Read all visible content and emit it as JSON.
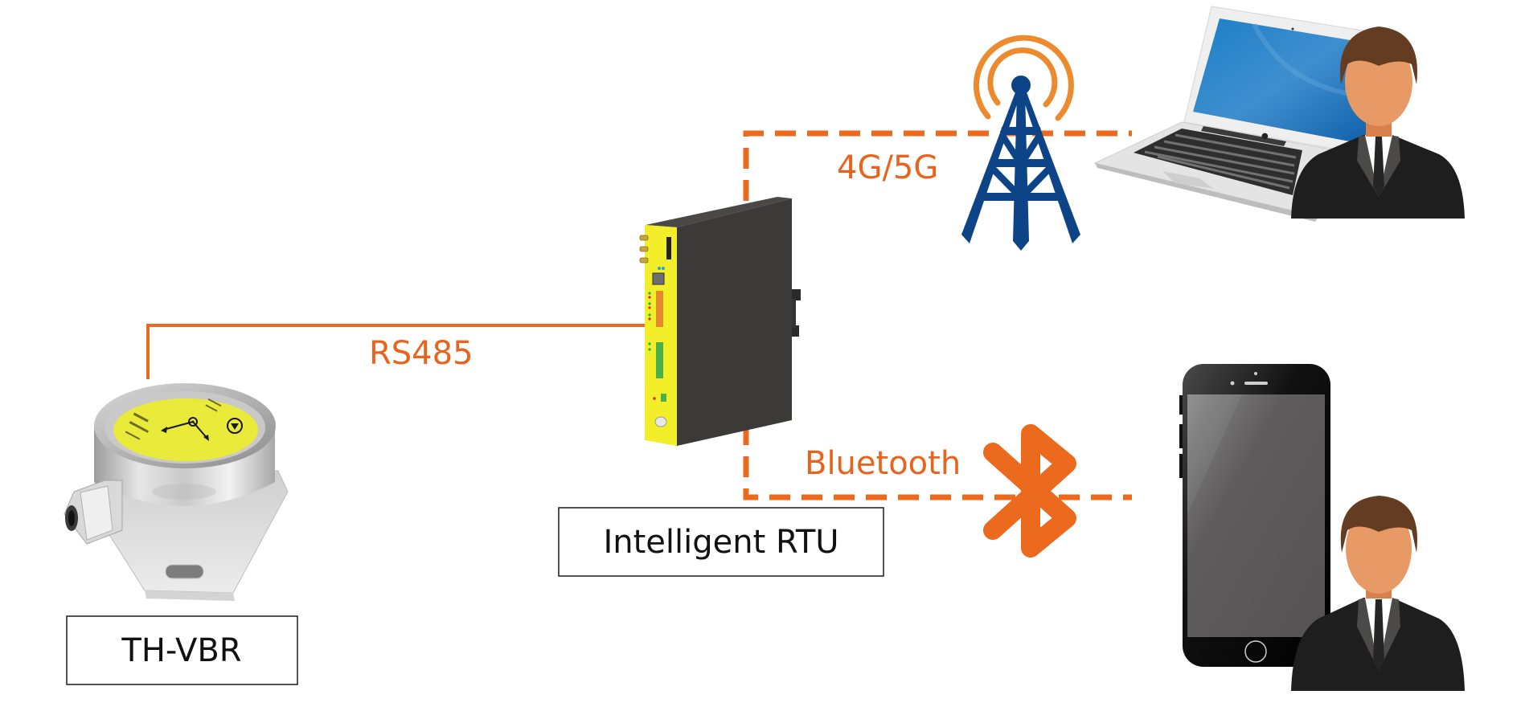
{
  "diagram": {
    "title": "RTU connectivity diagram",
    "colors": {
      "accent_orange": "#EC6A1E",
      "tower_blue": "#0D4488",
      "signal_orange": "#EE8A2E",
      "label_border": "#1A1A1A",
      "rtu_front_yellow": "#F2EE2A",
      "rtu_body": "#3C3A39",
      "sensor_label_yellow": "#E9EA3A"
    },
    "nodes": {
      "sensor": {
        "label": "TH-VBR",
        "icon": "vibration-sensor-icon"
      },
      "rtu": {
        "label": "Intelligent RTU",
        "icon": "rtu-device-icon"
      },
      "tower": {
        "icon": "cell-tower-icon"
      },
      "laptop_user": {
        "icons": [
          "laptop-icon",
          "user-avatar-icon"
        ]
      },
      "bluetooth": {
        "icon": "bluetooth-icon"
      },
      "phone_user": {
        "icons": [
          "smartphone-icon",
          "user-avatar-icon"
        ]
      }
    },
    "links": {
      "rs485": {
        "label": "RS485",
        "style": "solid"
      },
      "cellular": {
        "label": "4G/5G",
        "style": "dashed"
      },
      "bluetooth": {
        "label": "Bluetooth",
        "style": "dashed"
      }
    }
  }
}
